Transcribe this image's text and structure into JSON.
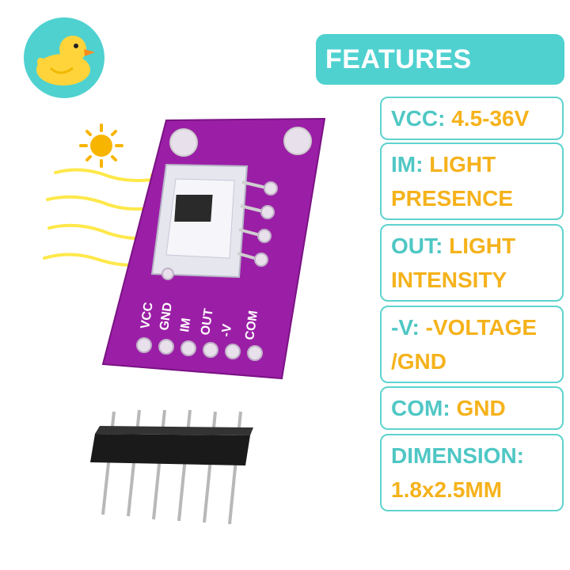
{
  "header": {
    "title": "FEATURES"
  },
  "features": [
    {
      "key": "VCC:",
      "value": "4.5-36V"
    },
    {
      "key": "IM:",
      "value": "LIGHT PRESENCE"
    },
    {
      "key": "OUT:",
      "value": "LIGHT INTENSITY"
    },
    {
      "key": "-V:",
      "value": "-VOLTAGE /GND"
    },
    {
      "key": "COM:",
      "value": "GND"
    },
    {
      "key": "DIMENSION:",
      "value": "1.8x2.5MM"
    }
  ],
  "board": {
    "pins": [
      "VCC",
      "GND",
      "IM",
      "OUT",
      "-V",
      "COM"
    ],
    "color": "#9b1fa6"
  },
  "colors": {
    "accent": "#4fd1d0",
    "value": "#f5b21b",
    "board": "#9b1fa6"
  },
  "icons": [
    "duck-logo-icon",
    "sun-icon",
    "light-ray-icon"
  ]
}
